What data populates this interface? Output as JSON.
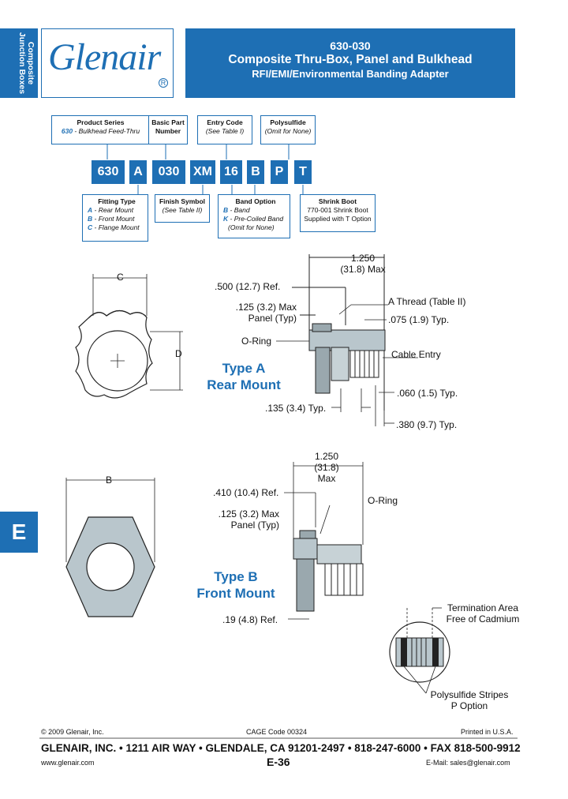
{
  "sidebar": {
    "section_label": "Composite Junction Boxes",
    "section_letter": "E"
  },
  "logo": {
    "text": "Glenair",
    "registered": "R"
  },
  "header": {
    "part_number": "630-030",
    "title": "Composite Thru-Box, Panel and Bulkhead",
    "subtitle": "RFI/EMI/Environmental Banding Adapter"
  },
  "part_number_codes": [
    "630",
    "A",
    "030",
    "XM",
    "16",
    "B",
    "P",
    "T"
  ],
  "labels_top": {
    "product_series": {
      "title": "Product Series",
      "code": "630",
      "desc": " - Bulkhead Feed-Thru"
    },
    "basic_part": {
      "line1": "Basic Part",
      "line2": "Number"
    },
    "entry_code": {
      "title": "Entry Code",
      "note": "(See Table I)"
    },
    "polysulfide": {
      "title": "Polysulfide",
      "note": "(Omit for None)"
    }
  },
  "labels_bottom": {
    "fitting_type": {
      "title": "Fitting Type",
      "items": [
        {
          "code": "A",
          "desc": " - Rear Mount"
        },
        {
          "code": "B",
          "desc": " - Front Mount"
        },
        {
          "code": "C",
          "desc": " - Flange Mount"
        }
      ]
    },
    "finish_symbol": {
      "title": "Finish Symbol",
      "note": "(See Table II)"
    },
    "band_option": {
      "title": "Band Option",
      "items": [
        {
          "code": "B",
          "desc": " - Band"
        },
        {
          "code": "K",
          "desc": " - Pre-Coiled Band"
        }
      ],
      "note": "(Omit for None)"
    },
    "shrink_boot": {
      "title": "Shrink Boot",
      "line1": "770-001 Shrink Boot",
      "line2": "Supplied with T Option"
    }
  },
  "type_a": {
    "title_line1": "Type A",
    "title_line2": "Rear Mount",
    "dim_c": "C",
    "dim_d": "D",
    "dim_overall_1": "1.250",
    "dim_overall_2": "(31.8) Max",
    "dim_ref": ".500 (12.7) Ref.",
    "dim_panel_1": ".125 (3.2) Max",
    "dim_panel_2": "Panel (Typ)",
    "a_thread": "A Thread (Table II)",
    "dim_075": ".075 (1.9) Typ.",
    "o_ring": "O-Ring",
    "cable_entry": "Cable Entry",
    "dim_060": ".060 (1.5) Typ.",
    "dim_135": ".135 (3.4) Typ.",
    "dim_380": ".380 (9.7) Typ."
  },
  "type_b": {
    "title_line1": "Type B",
    "title_line2": "Front Mount",
    "dim_b": "B",
    "dim_overall_1": "1.250",
    "dim_overall_2": "(31.8)",
    "dim_overall_3": "Max",
    "dim_ref": ".410 (10.4) Ref.",
    "dim_panel_1": ".125 (3.2) Max",
    "dim_panel_2": "Panel (Typ)",
    "o_ring": "O-Ring",
    "dim_19": ".19 (4.8) Ref.",
    "termination_1": "Termination Area",
    "termination_2": "Free of Cadmium",
    "polysulfide_1": "Polysulfide Stripes",
    "polysulfide_2": "P Option"
  },
  "footer": {
    "copyright": "© 2009 Glenair, Inc.",
    "cage": "CAGE Code 00324",
    "printed": "Printed in U.S.A.",
    "address": "GLENAIR, INC. • 1211 AIR WAY • GLENDALE, CA 91201-2497 • 818-247-6000 • FAX 818-500-9912",
    "web": "www.glenair.com",
    "page": "E-36",
    "email": "E-Mail: sales@glenair.com"
  }
}
